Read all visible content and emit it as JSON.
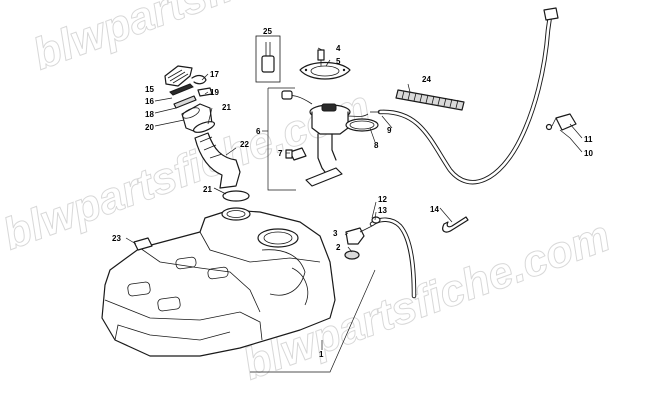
{
  "watermark": {
    "text": "blwpartsfiche.com"
  },
  "callouts": {
    "c1": "1",
    "c2": "2",
    "c3": "3",
    "c4": "4",
    "c5": "5",
    "c6": "6",
    "c7": "7",
    "c8": "8",
    "c9": "9",
    "c10": "10",
    "c11": "11",
    "c12": "12",
    "c13": "13",
    "c14": "14",
    "c15": "15",
    "c16": "16",
    "c17": "17",
    "c18": "18",
    "c19": "19",
    "c20": "20",
    "c21a": "21",
    "c21b": "21",
    "c22": "22",
    "c23": "23",
    "c24": "24",
    "c25": "25"
  },
  "colors": {
    "line": "#1a1a1a",
    "fill": "#ffffff",
    "shade": "#d9d9d9",
    "watermark": "#bfbfbf"
  }
}
